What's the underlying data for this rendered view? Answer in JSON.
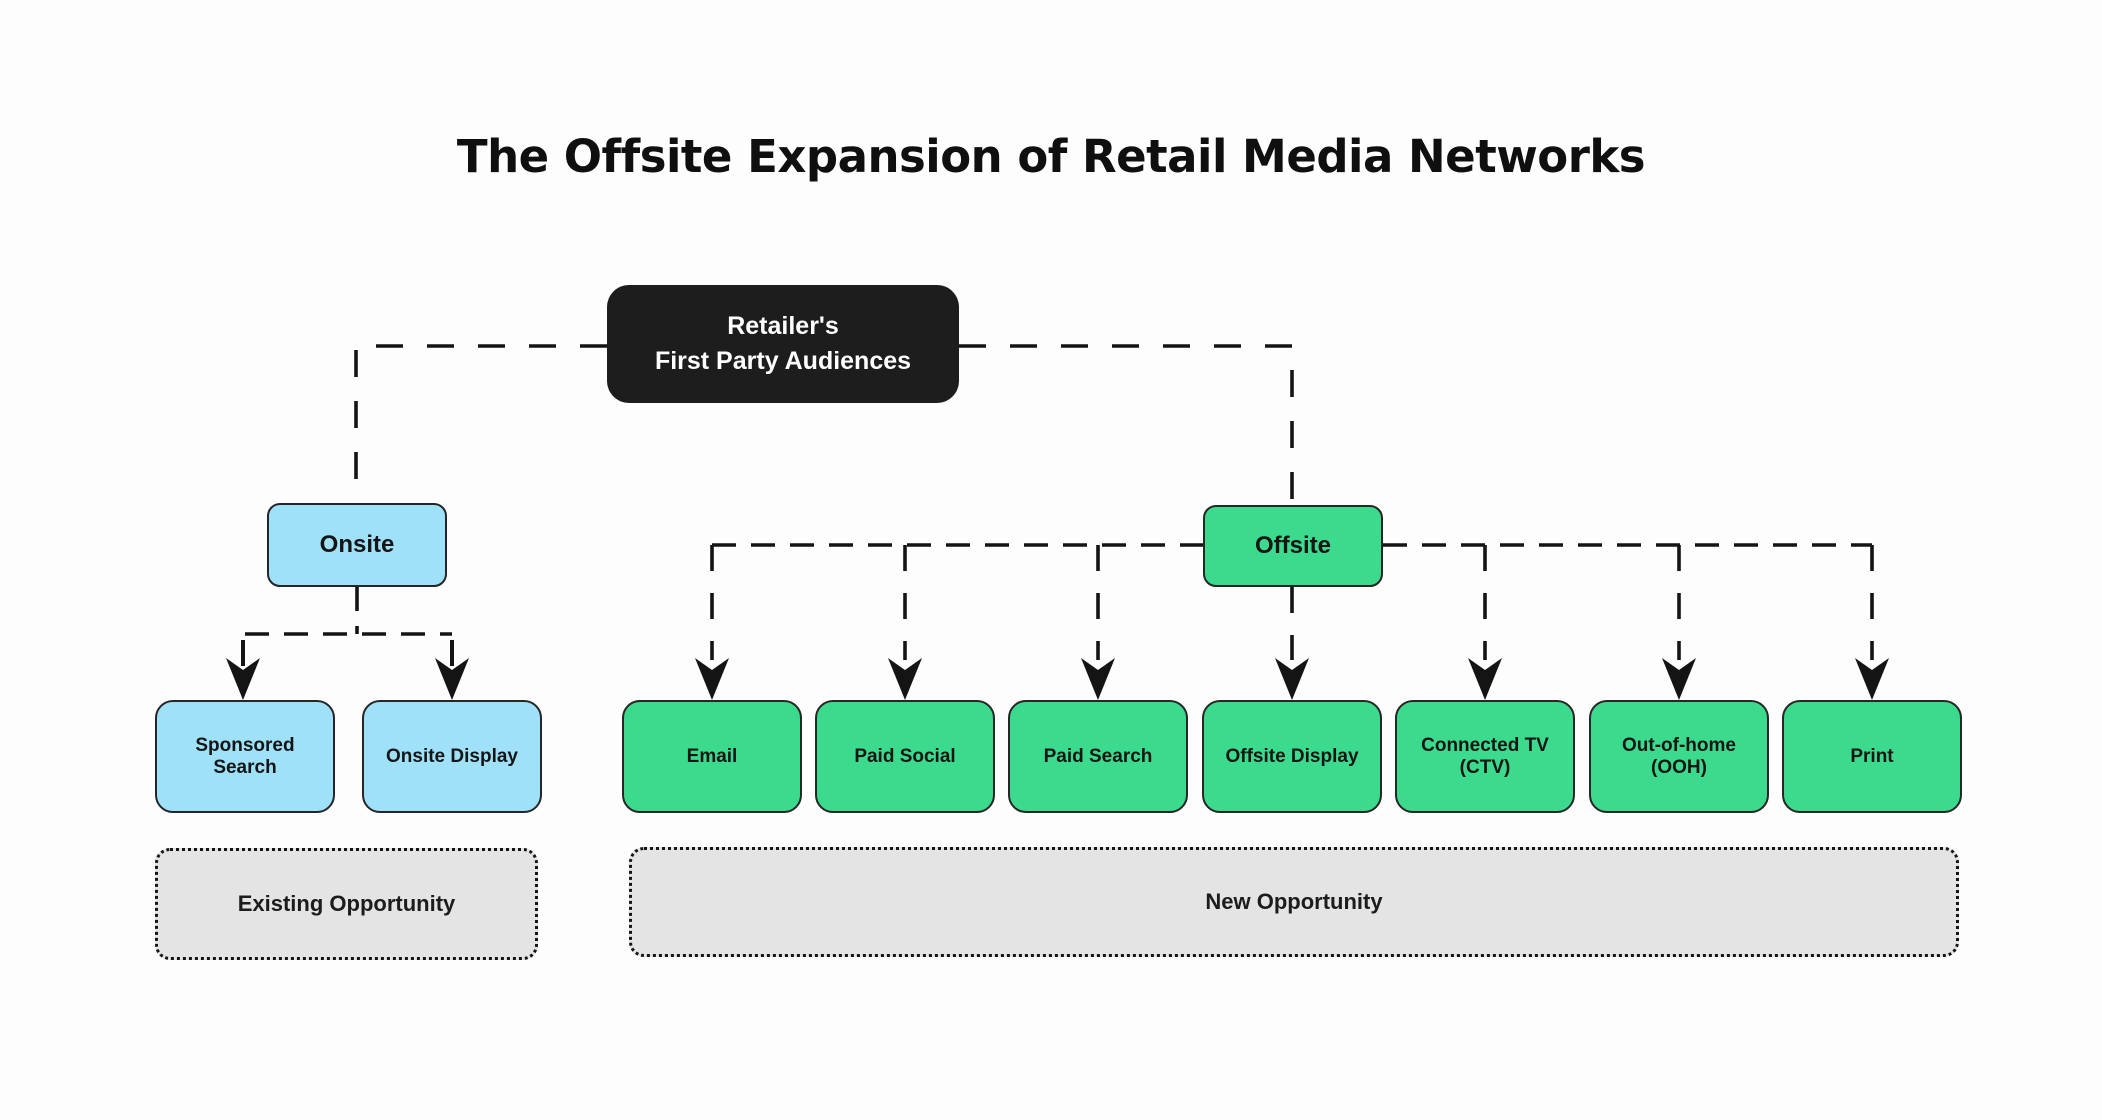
{
  "title": "The Offsite Expansion of Retail Media Networks",
  "colors": {
    "background": "#fdfdfd",
    "dark-node": "#1d1d1d",
    "blue-node": "#9fe1f9",
    "green-node": "#3cda8c",
    "gray-zone": "#e4e4e4",
    "line": "#141414",
    "text-dark": "#0f0f0f"
  },
  "root": {
    "label_line1": "Retailer's",
    "label_line2": "First Party Audiences"
  },
  "branches": {
    "onsite": {
      "label": "Onsite"
    },
    "offsite": {
      "label": "Offsite"
    }
  },
  "leaves": [
    {
      "label": "Sponsored Search",
      "group": "onsite"
    },
    {
      "label": "Onsite Display",
      "group": "onsite"
    },
    {
      "label": "Email",
      "group": "offsite"
    },
    {
      "label": "Paid Social",
      "group": "offsite"
    },
    {
      "label": "Paid Search",
      "group": "offsite"
    },
    {
      "label": "Offsite Display",
      "group": "offsite"
    },
    {
      "label": "Connected TV (CTV)",
      "group": "offsite"
    },
    {
      "label": "Out-of-home (OOH)",
      "group": "offsite"
    },
    {
      "label": "Print",
      "group": "offsite"
    }
  ],
  "zones": {
    "existing": {
      "label": "Existing Opportunity"
    },
    "new": {
      "label": "New Opportunity"
    }
  },
  "edges": [
    {
      "from": "Retailer's First Party Audiences",
      "to": "Onsite",
      "style": "dashed-arrowless"
    },
    {
      "from": "Retailer's First Party Audiences",
      "to": "Offsite",
      "style": "dashed-arrowless"
    },
    {
      "from": "Onsite",
      "to": "Sponsored Search",
      "style": "dashed-arrow"
    },
    {
      "from": "Onsite",
      "to": "Onsite Display",
      "style": "dashed-arrow"
    },
    {
      "from": "Offsite",
      "to": "Email",
      "style": "dashed-arrow"
    },
    {
      "from": "Offsite",
      "to": "Paid Social",
      "style": "dashed-arrow"
    },
    {
      "from": "Offsite",
      "to": "Paid Search",
      "style": "dashed-arrow"
    },
    {
      "from": "Offsite",
      "to": "Offsite Display",
      "style": "dashed-arrow"
    },
    {
      "from": "Offsite",
      "to": "Connected TV (CTV)",
      "style": "dashed-arrow"
    },
    {
      "from": "Offsite",
      "to": "Out-of-home (OOH)",
      "style": "dashed-arrow"
    },
    {
      "from": "Offsite",
      "to": "Print",
      "style": "dashed-arrow"
    }
  ]
}
